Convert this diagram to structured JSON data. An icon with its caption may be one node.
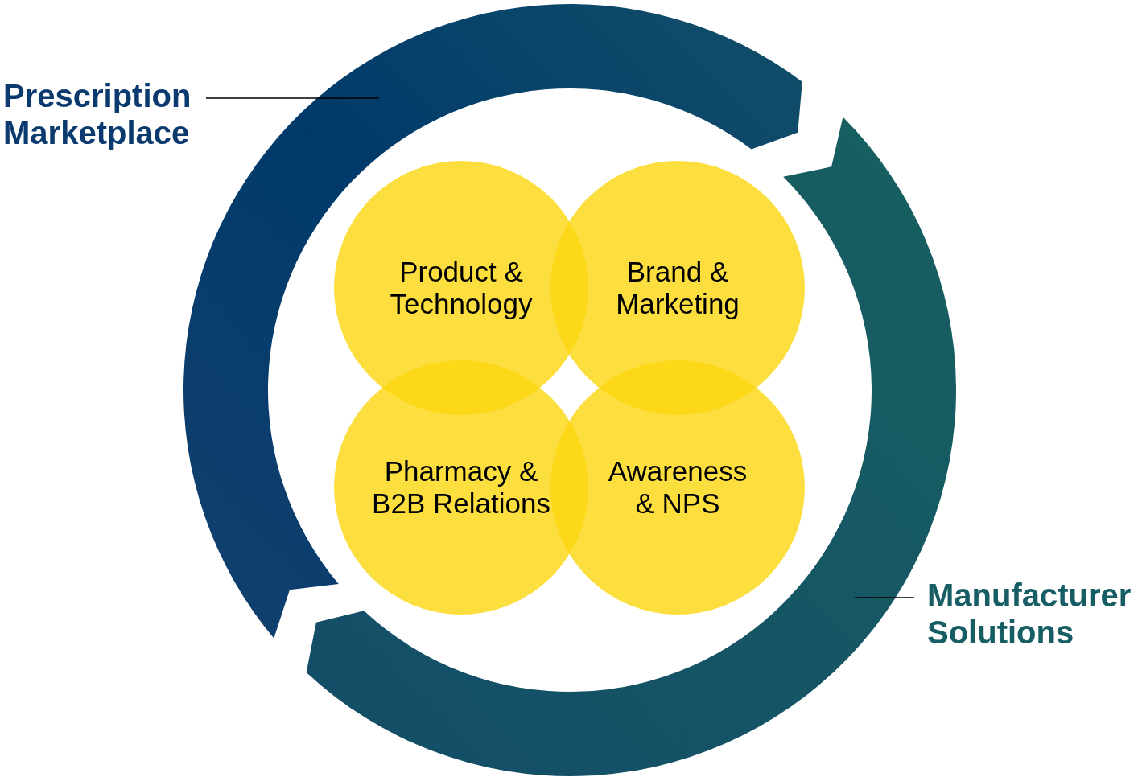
{
  "diagram": {
    "nodes": [
      {
        "text": [
          "Prescription Marketplace"
        ]
      },
      {
        "text": [],
        "shape": "arc"
      },
      {
        "text": [],
        "shape": "arc"
      },
      {
        "text": [
          "Manufacturer Solutions"
        ]
      },
      {
        "text": [
          "Product & Technology"
        ]
      },
      {
        "text": [
          "Brand & Marketing"
        ]
      },
      {
        "text": [
          "Pharmacy & B2B Relations"
        ]
      },
      {
        "text": [
          "Awareness & NPS"
        ]
      }
    ],
    "edges": [
      {
        "from": 0,
        "to": 1,
        "arrow": "none"
      },
      {
        "from": 3,
        "to": 2,
        "arrow": "none"
      }
    ]
  }
}
